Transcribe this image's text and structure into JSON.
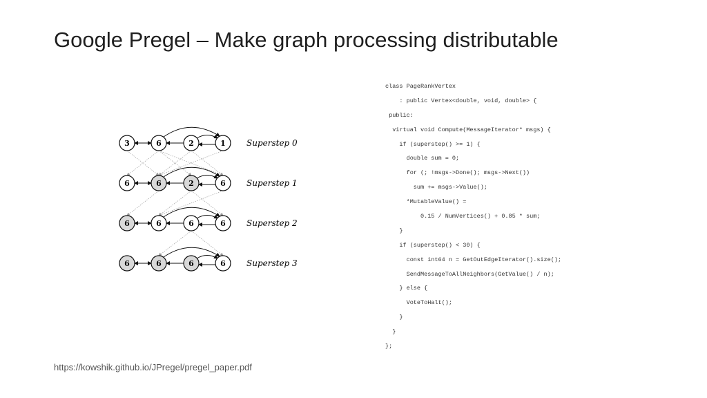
{
  "title": "Google Pregel – Make graph processing distributable",
  "source": "https://kowshik.github.io/JPregel/pregel_paper.pdf",
  "diagram": {
    "supersteps": [
      {
        "label": "Superstep 0",
        "vertices": [
          {
            "value": "3",
            "shaded": false
          },
          {
            "value": "6",
            "shaded": false
          },
          {
            "value": "2",
            "shaded": false
          },
          {
            "value": "1",
            "shaded": false
          }
        ]
      },
      {
        "label": "Superstep 1",
        "vertices": [
          {
            "value": "6",
            "shaded": false
          },
          {
            "value": "6",
            "shaded": true
          },
          {
            "value": "2",
            "shaded": true
          },
          {
            "value": "6",
            "shaded": false
          }
        ]
      },
      {
        "label": "Superstep 2",
        "vertices": [
          {
            "value": "6",
            "shaded": true
          },
          {
            "value": "6",
            "shaded": false
          },
          {
            "value": "6",
            "shaded": false
          },
          {
            "value": "6",
            "shaded": false
          }
        ]
      },
      {
        "label": "Superstep 3",
        "vertices": [
          {
            "value": "6",
            "shaded": true
          },
          {
            "value": "6",
            "shaded": true
          },
          {
            "value": "6",
            "shaded": true
          },
          {
            "value": "6",
            "shaded": false
          }
        ]
      }
    ],
    "colors": {
      "shaded": "#d9d9d9",
      "unshaded": "#ffffff",
      "stroke": "#111111",
      "message": "#aaaaaa"
    }
  },
  "code_lines": [
    "class PageRankVertex",
    "    : public Vertex<double, void, double> {",
    " public:",
    "  virtual void Compute(MessageIterator* msgs) {",
    "    if (superstep() >= 1) {",
    "      double sum = 0;",
    "      for (; !msgs->Done(); msgs->Next())",
    "        sum += msgs->Value();",
    "      *MutableValue() =",
    "          0.15 / NumVertices() + 0.85 * sum;",
    "    }",
    "    if (superstep() < 30) {",
    "      const int64 n = GetOutEdgeIterator().size();",
    "      SendMessageToAllNeighbors(GetValue() / n);",
    "    } else {",
    "      VoteToHalt();",
    "    }",
    "  }",
    "};"
  ]
}
